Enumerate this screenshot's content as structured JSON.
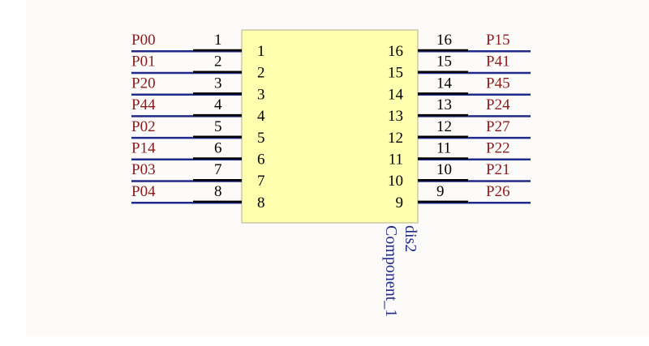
{
  "component": {
    "designator": "dis2",
    "comment": "Component_1",
    "body_fill": "#FFFFB0",
    "body_stroke": "#B0B090"
  },
  "colors": {
    "canvas": "#FDFBF9",
    "net_label": "#8B1A1A",
    "wire": "#1E2A8C",
    "pin_line": "#000000",
    "text": "#000000",
    "designator_text": "#1E2A8C"
  },
  "left_pins": [
    {
      "pin": "1",
      "net": "P00"
    },
    {
      "pin": "2",
      "net": "P01"
    },
    {
      "pin": "3",
      "net": "P20"
    },
    {
      "pin": "4",
      "net": "P44"
    },
    {
      "pin": "5",
      "net": "P02"
    },
    {
      "pin": "6",
      "net": "P14"
    },
    {
      "pin": "7",
      "net": "P03"
    },
    {
      "pin": "8",
      "net": "P04"
    }
  ],
  "right_pins": [
    {
      "pin": "16",
      "net": "P15"
    },
    {
      "pin": "15",
      "net": "P41"
    },
    {
      "pin": "14",
      "net": "P45"
    },
    {
      "pin": "13",
      "net": "P24"
    },
    {
      "pin": "12",
      "net": "P27"
    },
    {
      "pin": "11",
      "net": "P22"
    },
    {
      "pin": "10",
      "net": "P21"
    },
    {
      "pin": "9",
      "net": "P26"
    }
  ]
}
